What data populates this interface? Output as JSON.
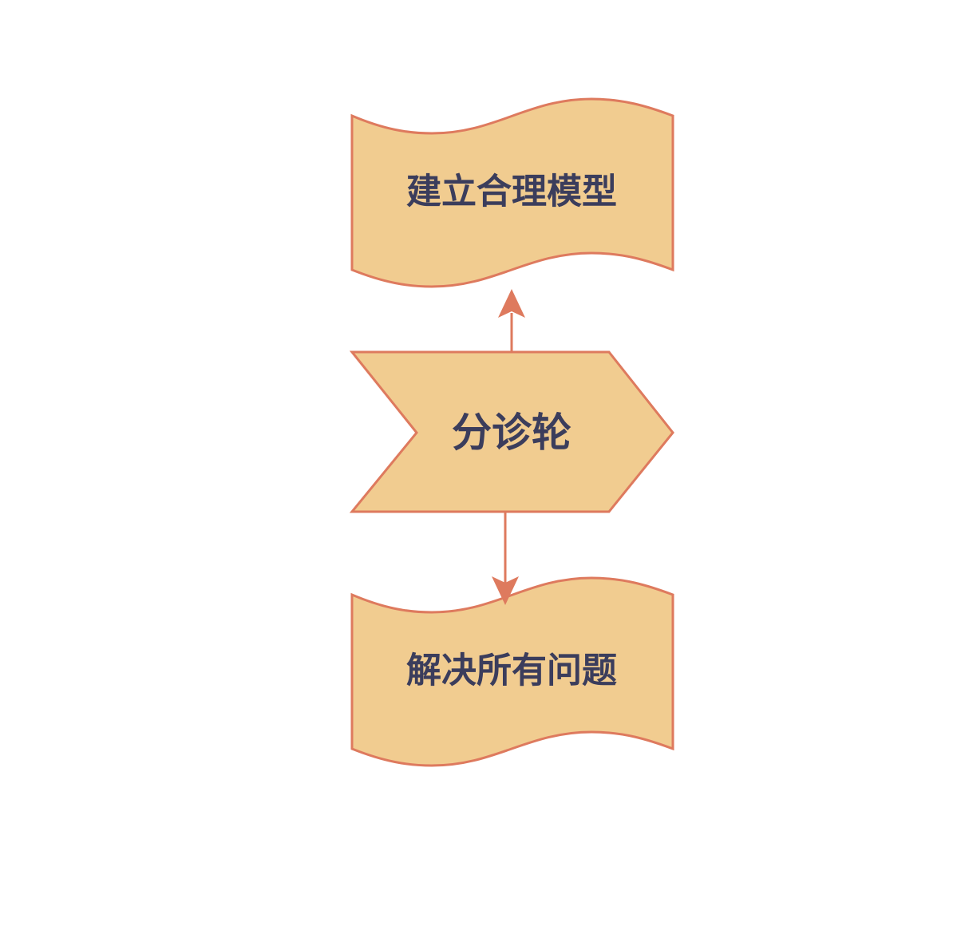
{
  "diagram": {
    "colors": {
      "fill": "#f1cc90",
      "stroke": "#de7a5e",
      "text": "#3b3d5c"
    },
    "nodes": [
      {
        "id": "top",
        "shape": "document",
        "label": "建立合理模型"
      },
      {
        "id": "center",
        "shape": "chevron",
        "label": "分诊轮"
      },
      {
        "id": "bottom",
        "shape": "document",
        "label": "解决所有问题"
      }
    ],
    "edges": [
      {
        "from": "center",
        "to": "top"
      },
      {
        "from": "center",
        "to": "bottom"
      }
    ]
  }
}
